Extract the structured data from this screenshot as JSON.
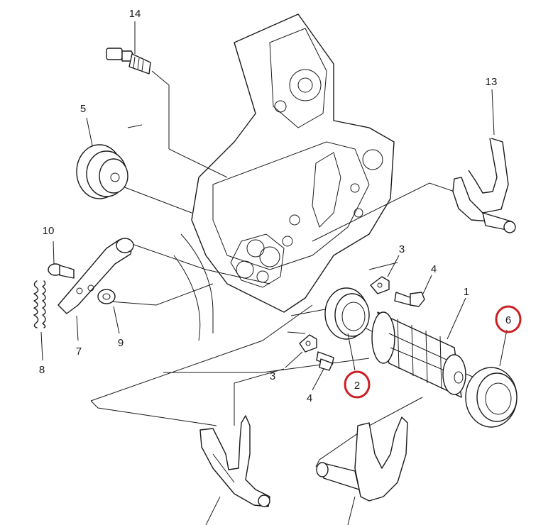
{
  "diagram": {
    "highlight_color": "#cc1f24",
    "labels": {
      "l1": "1",
      "l2": "2",
      "l3a": "3",
      "l3b": "3",
      "l4a": "4",
      "l4b": "4",
      "l5": "5",
      "l6": "6",
      "l7": "7",
      "l8": "8",
      "l9": "9",
      "l10": "10",
      "l13": "13",
      "l14": "14"
    },
    "highlighted": [
      "2",
      "6"
    ]
  }
}
